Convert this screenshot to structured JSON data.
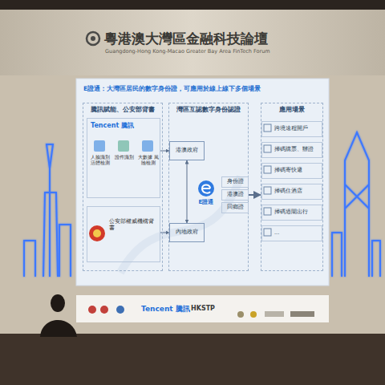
{
  "diagram": {
    "title": "E證通：大灣區居民的數字身份證，可應用於線上線下多個場景",
    "nodes": [
      {
        "text": [
          "騰訊賦能、公安部背書"
        ]
      },
      {
        "text": [
          "Tencent 騰訊"
        ],
        "in": 0
      },
      {
        "text": [
          "人臉識別 活體檢測"
        ],
        "in": 1
      },
      {
        "text": [
          "證件識別"
        ],
        "in": 1
      },
      {
        "text": [
          "大數據 風險檢測"
        ],
        "in": 1
      },
      {
        "text": [
          "公安部權威機構背書"
        ],
        "in": 0
      },
      {
        "text": [
          "灣區互認數字身份認證"
        ]
      },
      {
        "text": [
          "港澳政府"
        ],
        "in": 6
      },
      {
        "text": [
          "內地政府"
        ],
        "in": 6
      },
      {
        "text": [
          "E證通"
        ],
        "in": 6
      },
      {
        "text": [
          "身份證"
        ],
        "in": 6
      },
      {
        "text": [
          "港澳證"
        ],
        "in": 6
      },
      {
        "text": [
          "回鄉證"
        ],
        "in": 6
      },
      {
        "text": [
          "應用場景"
        ]
      },
      {
        "text": [
          "跨境遠程開戶"
        ],
        "in": 13
      },
      {
        "text": [
          "掃碼購票、辦證"
        ],
        "in": 13
      },
      {
        "text": [
          "掃碼寄快遞"
        ],
        "in": 13
      },
      {
        "text": [
          "掃碼住酒店"
        ],
        "in": 13
      },
      {
        "text": [
          "掃碼過閘出行"
        ],
        "in": 13
      },
      {
        "text": [
          "..."
        ],
        "in": 13
      }
    ],
    "edges": [
      {
        "from": 1,
        "to": 7,
        "arrow": "to"
      },
      {
        "from": 5,
        "to": 8,
        "arrow": "to"
      },
      {
        "from": 7,
        "to": 8,
        "arrow": "both"
      },
      {
        "from": 11,
        "to": 13,
        "arrow": "to"
      }
    ],
    "labels": [
      "粵港澳大灣區金融科技論壇",
      "Guangdong-Hong Kong-Macao Greater Bay Area FinTech Forum",
      "Tencent 騰訊",
      "HKSTP"
    ]
  }
}
